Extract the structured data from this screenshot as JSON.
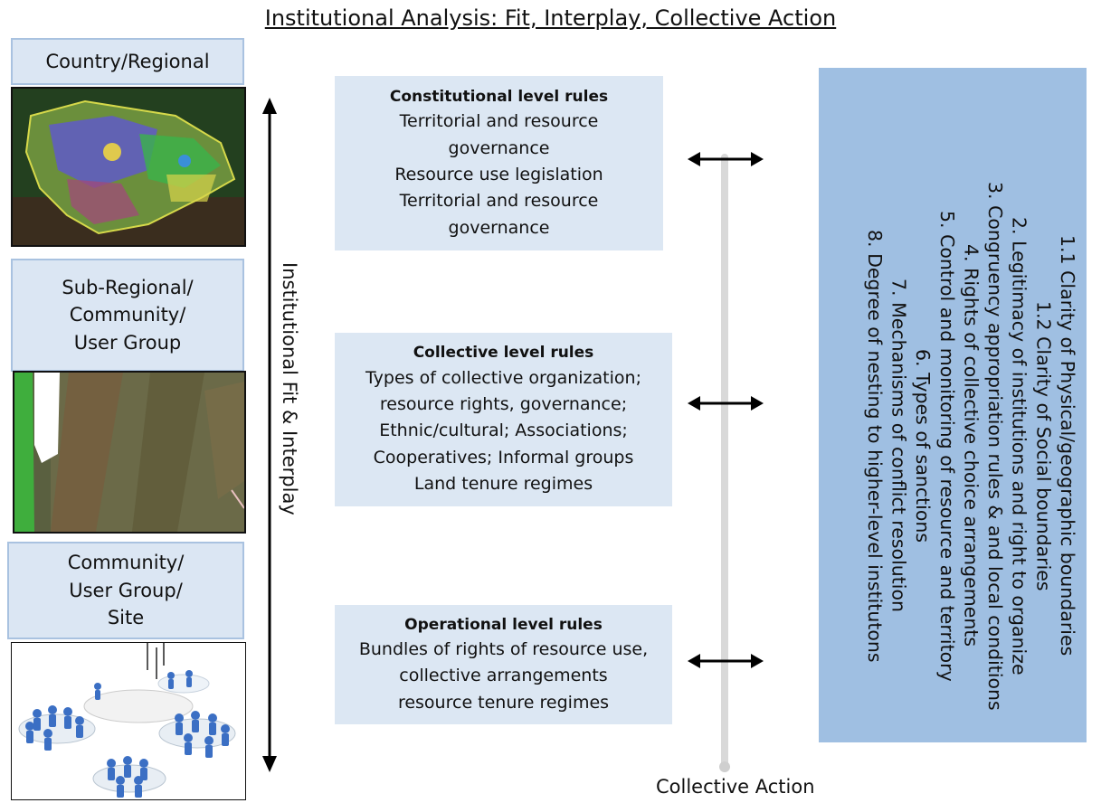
{
  "title": "Institutional Analysis: Fit, Interplay, Collective Action",
  "levels": [
    {
      "lines": [
        "Country/Regional"
      ]
    },
    {
      "lines": [
        "Sub-Regional/",
        "Community/",
        "User Group"
      ]
    },
    {
      "lines": [
        "Community/",
        "User Group/",
        "Site"
      ]
    }
  ],
  "vertical_label": "Institutional Fit & Interplay",
  "rules": [
    {
      "heading": "Constitutional level rules",
      "lines": [
        "Territorial and resource",
        "governance",
        "Resource use legislation",
        "Territorial and resource",
        "governance"
      ]
    },
    {
      "heading": "Collective level rules",
      "lines": [
        "Types of collective organization;",
        "resource rights, governance;",
        "Ethnic/cultural; Associations;",
        "Cooperatives; Informal groups",
        "Land tenure regimes"
      ]
    },
    {
      "heading": "Operational level rules",
      "lines": [
        "Bundles of rights of resource use,",
        "collective arrangements",
        "resource tenure regimes"
      ]
    }
  ],
  "principles": [
    "1.1 Clarity of Physical/geographic boundaries",
    "1.2 Clarity of Social boundaries",
    "2. Legitimacy of institutions and right to organize",
    "3. Congruency appropriation rules & and local conditions",
    "4. Rights of collective choice arrangements",
    "5. Control and monitoring of resource and territory",
    "6. Types of sanctions",
    "7. Mechanisms of conflict resolution",
    "8. Degree of nesting to higher-level institutons"
  ],
  "collective_action_label": "Collective Action",
  "colors": {
    "level_box": "#dbe6f3",
    "rule_box": "#dce7f3",
    "principles_box": "#9fbfe2"
  }
}
